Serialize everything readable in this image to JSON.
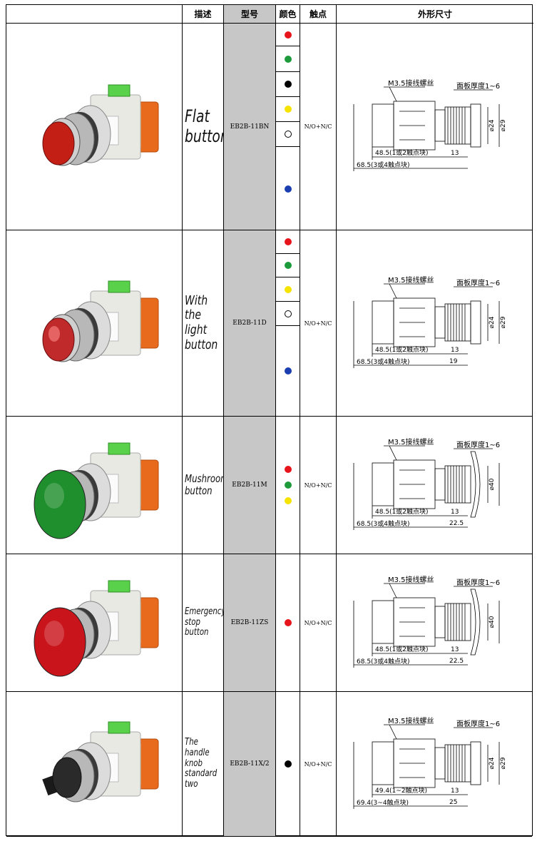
{
  "header": {
    "desc": "描述",
    "model": "型号",
    "color": "颜色",
    "contact": "触点",
    "dimensions": "外形尺寸"
  },
  "rows": [
    {
      "desc": "Flat\nbutton",
      "model": "EB2B-11BN",
      "contact": "N/O+N/C",
      "cap_color": "#c41f15",
      "cap_style": "flat",
      "colors": [
        "#e8141b",
        "#1d9b3a",
        "#000000",
        "#f6e400",
        "#ffffff",
        "#1b3fb0"
      ],
      "dim": {
        "screw": "M3.5接线螺丝",
        "panel": "面板厚度1~6",
        "len1": "48.5(1或2触点块)",
        "len2": "68.5(3或4触点块)",
        "front": "13",
        "front2": "",
        "d1": "⌀24",
        "d2": "⌀29"
      }
    },
    {
      "desc": "With\nthe\nlight\nbutton",
      "model": "EB2B-11D",
      "contact": "N/O+N/C",
      "cap_color": "#c02a2a",
      "cap_style": "light",
      "colors": [
        "#e8141b",
        "#1d9b3a",
        "#f6e400",
        "#ffffff",
        "#1b3fb0"
      ],
      "dim": {
        "screw": "M3.5接线螺丝",
        "panel": "面板厚度1~6",
        "len1": "48.5(1或2触点块)",
        "len2": "68.5(3或4触点块)",
        "front": "13",
        "front2": "19",
        "d1": "⌀24",
        "d2": "⌀29"
      }
    },
    {
      "desc": "Mushroom\nbutton",
      "model": "EB2B-11M",
      "contact": "N/O+N/C",
      "cap_color": "#1f8f2d",
      "cap_style": "mushroom",
      "colors": [
        "#e8141b",
        "#1d9b3a",
        "#f6e400"
      ],
      "dim": {
        "screw": "M3.5接线螺丝",
        "panel": "面板厚度1~6",
        "len1": "48.5(1或2触点块)",
        "len2": "68.5(3或4触点块)",
        "front": "13",
        "front2": "22.5",
        "d1": "⌀40",
        "d2": ""
      }
    },
    {
      "desc": "Emergency\nstop\nbutton",
      "model": "EB2B-11ZS",
      "contact": "N/O+N/C",
      "cap_color": "#c8141a",
      "cap_style": "mushroom",
      "colors": [
        "#e8141b"
      ],
      "dim": {
        "screw": "M3.5接线螺丝",
        "panel": "面板厚度1~6",
        "len1": "48.5(1或2触点块)",
        "len2": "68.5(3或4触点块)",
        "front": "13",
        "front2": "22.5",
        "d1": "⌀40",
        "d2": ""
      }
    },
    {
      "desc": "The\nhandle\nknob\nstandard\ntwo",
      "model": "EB2B-11X/2",
      "contact": "N/O+N/C",
      "cap_color": "#1a1a1a",
      "cap_style": "knob",
      "colors": [
        "#000000"
      ],
      "dim": {
        "screw": "M3.5接线螺丝",
        "panel": "面板厚度1~6",
        "len1": "49.4(1~2触点块)",
        "len2": "69.4(3~4触点块)",
        "front": "13",
        "front2": "25",
        "d1": "⌀24",
        "d2": "⌀29"
      }
    }
  ]
}
